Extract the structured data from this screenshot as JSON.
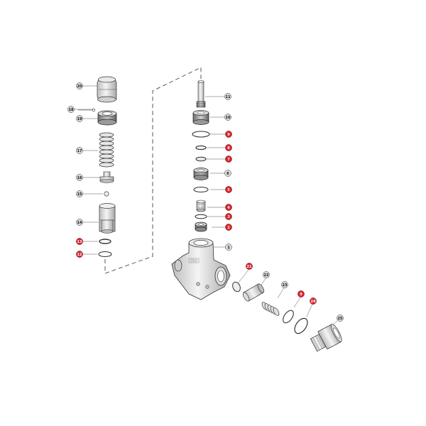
{
  "callout_colors": {
    "normal": "#d9d9d9",
    "kit": "#e0202a",
    "stroke": "#333333"
  },
  "callouts": [
    {
      "id": "c20",
      "label": "20",
      "kit": false
    },
    {
      "id": "c18",
      "label": "18",
      "kit": false
    },
    {
      "id": "c19",
      "label": "19",
      "kit": false
    },
    {
      "id": "c17",
      "label": "17",
      "kit": false
    },
    {
      "id": "c16",
      "label": "16",
      "kit": false
    },
    {
      "id": "c15",
      "label": "15",
      "kit": false
    },
    {
      "id": "c14",
      "label": "14",
      "kit": false
    },
    {
      "id": "c13",
      "label": "13",
      "kit": true
    },
    {
      "id": "c12",
      "label": "12",
      "kit": true
    },
    {
      "id": "c11",
      "label": "11",
      "kit": false
    },
    {
      "id": "c10",
      "label": "10",
      "kit": false
    },
    {
      "id": "c9",
      "label": "9",
      "kit": true
    },
    {
      "id": "c8",
      "label": "8",
      "kit": true
    },
    {
      "id": "c7",
      "label": "7",
      "kit": true
    },
    {
      "id": "c6",
      "label": "6",
      "kit": false
    },
    {
      "id": "c5",
      "label": "5",
      "kit": true
    },
    {
      "id": "c4",
      "label": "4",
      "kit": true
    },
    {
      "id": "c3",
      "label": "3",
      "kit": true
    },
    {
      "id": "c2",
      "label": "2",
      "kit": true
    },
    {
      "id": "c1",
      "label": "1",
      "kit": false
    },
    {
      "id": "c21",
      "label": "21",
      "kit": true
    },
    {
      "id": "c22",
      "label": "22",
      "kit": false
    },
    {
      "id": "c23",
      "label": "23",
      "kit": false
    },
    {
      "id": "c9b",
      "label": "9",
      "kit": true
    },
    {
      "id": "c24",
      "label": "24",
      "kit": true
    },
    {
      "id": "c25",
      "label": "25",
      "kit": false
    }
  ]
}
